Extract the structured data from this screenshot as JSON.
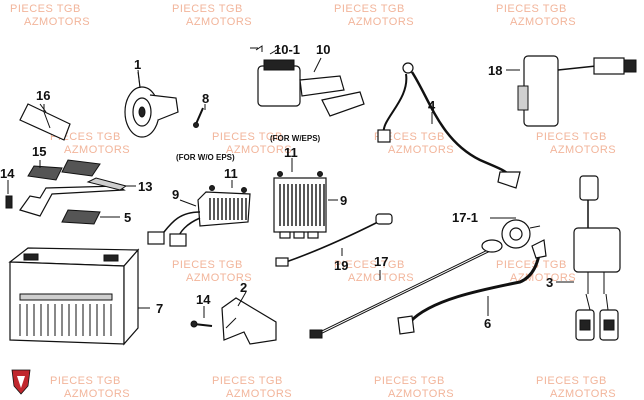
{
  "watermark": {
    "line1": "PIECES TGB",
    "line2": "AZMOTORS",
    "color": "#f2b59b"
  },
  "notes": {
    "without_eps": "(FOR W/O EPS)",
    "with_eps": "(FOR W/EPS)"
  },
  "callouts": [
    {
      "id": "1",
      "label": "1"
    },
    {
      "id": "2",
      "label": "2"
    },
    {
      "id": "3",
      "label": "3"
    },
    {
      "id": "4",
      "label": "4"
    },
    {
      "id": "5",
      "label": "5"
    },
    {
      "id": "6",
      "label": "6"
    },
    {
      "id": "7",
      "label": "7"
    },
    {
      "id": "8",
      "label": "8"
    },
    {
      "id": "9a",
      "label": "9"
    },
    {
      "id": "9b",
      "label": "9"
    },
    {
      "id": "10",
      "label": "10"
    },
    {
      "id": "10-1",
      "label": "10-1"
    },
    {
      "id": "11a",
      "label": "11"
    },
    {
      "id": "11b",
      "label": "11"
    },
    {
      "id": "13",
      "label": "13"
    },
    {
      "id": "14a",
      "label": "14"
    },
    {
      "id": "14b",
      "label": "14"
    },
    {
      "id": "15",
      "label": "15"
    },
    {
      "id": "16",
      "label": "16"
    },
    {
      "id": "17",
      "label": "17"
    },
    {
      "id": "17-1",
      "label": "17-1"
    },
    {
      "id": "18",
      "label": "18"
    },
    {
      "id": "19",
      "label": "19"
    }
  ],
  "logo": {
    "name": "tgb-shield-logo",
    "color": "#c0272d"
  }
}
